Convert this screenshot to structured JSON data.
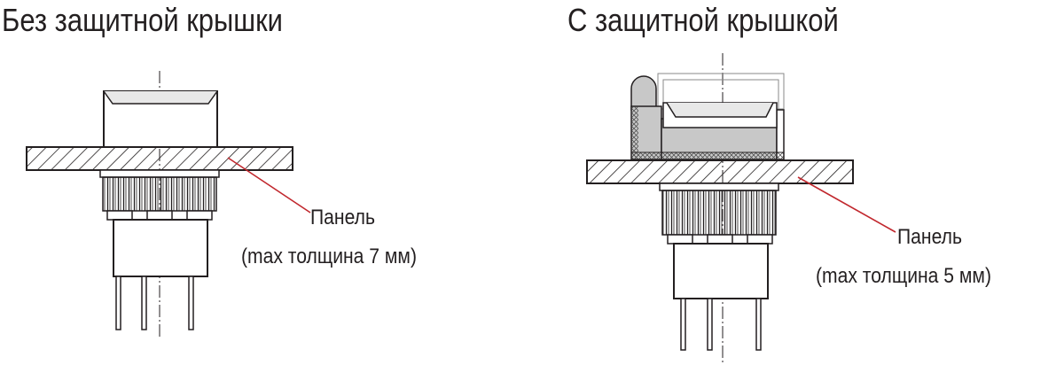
{
  "titles": {
    "left": "Без защитной крышки",
    "right": "С защитной крышкой"
  },
  "labels": {
    "left": {
      "line1": "Панель",
      "line2": "(max толщина 7 мм)"
    },
    "right": {
      "line1": "Панель",
      "line2": "(max толщина 5 мм)"
    }
  },
  "colors": {
    "outline": "#231f20",
    "leader": "#c1272d",
    "cover_fill": "#c8c8c8",
    "centerline": "#231f20"
  }
}
